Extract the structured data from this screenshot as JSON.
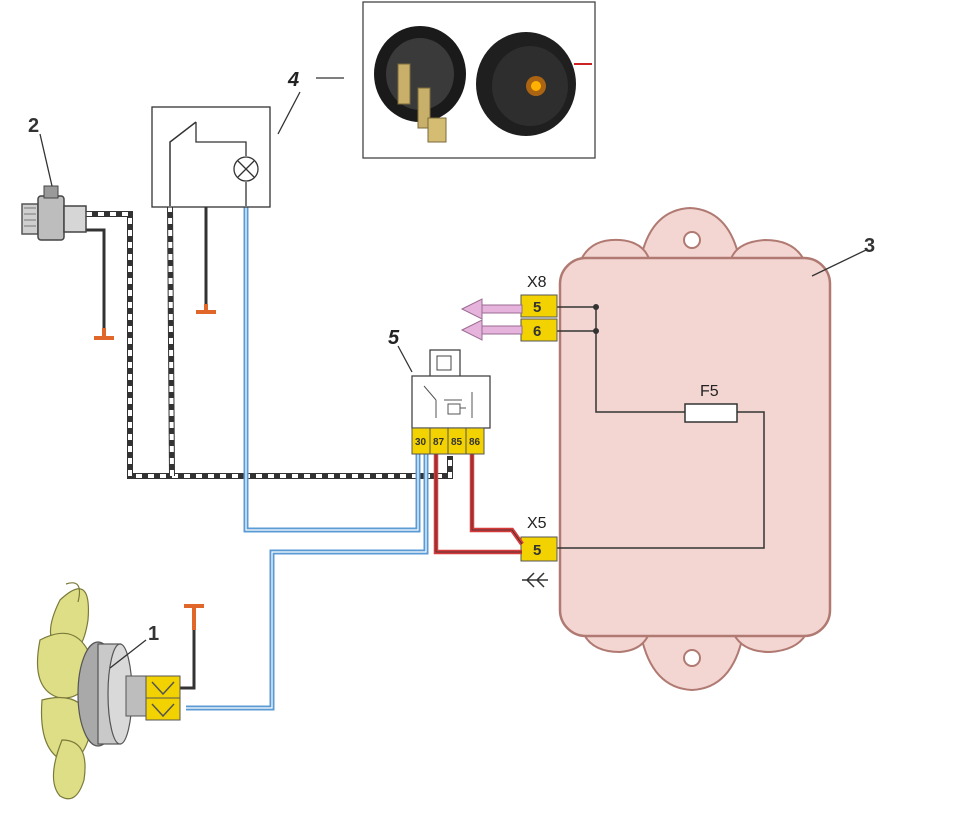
{
  "callouts": {
    "fan": "1",
    "sensor": "2",
    "module": "3",
    "switch": "4",
    "relay": "5"
  },
  "connectors": {
    "x8": {
      "name": "X8",
      "pins": [
        "5",
        "6"
      ]
    },
    "x5": {
      "name": "X5",
      "pins": [
        "5"
      ]
    }
  },
  "fuse": {
    "label": "F5"
  },
  "relay_pins": [
    "30",
    "87",
    "85",
    "86"
  ],
  "colors": {
    "module_body": "#f3d6d2",
    "module_outline": "#b07a72",
    "connector_yellow": "#f2d200",
    "wire_blue": "#5b9bd5",
    "wire_red": "#d63a3a",
    "wire_black": "#333333",
    "ground_orange": "#e0662a",
    "fan_blade": "#dede86",
    "arrow_pink": "#e6b3dd",
    "lamp_orange": "#ff8a00"
  },
  "icons": {
    "ground": "ground-symbol-icon",
    "lamp": "lamp-icon",
    "arrow": "signal-arrow-icon"
  }
}
